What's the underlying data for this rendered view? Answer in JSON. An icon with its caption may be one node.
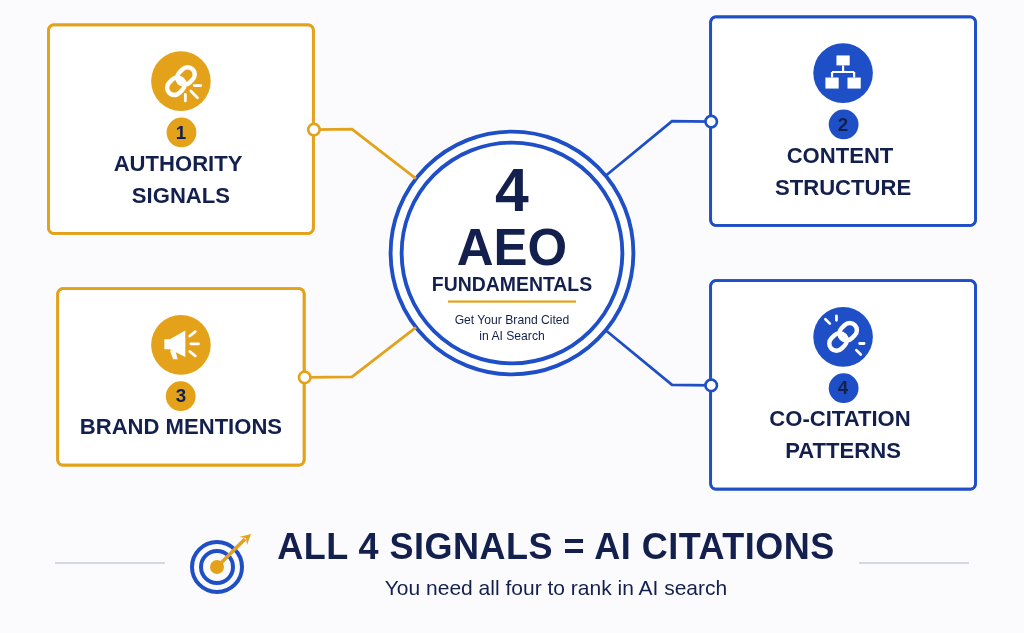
{
  "diagram": {
    "nodes": [
      {
        "text": [
          "4",
          "AEO FUNDAMENTALS",
          "Get Your Brand Cited in AI Search"
        ]
      },
      {
        "text": [
          "1",
          "AUTHORITY SIGNALS"
        ]
      },
      {
        "text": [
          "2",
          "CONTENT STRUCTURE"
        ]
      },
      {
        "text": [
          "3",
          "BRAND MENTIONS"
        ]
      },
      {
        "text": [
          "4",
          "CO-CITATION PATTERNS"
        ]
      }
    ],
    "edges": [
      {
        "from": 1,
        "to": 0,
        "arrow": "other",
        "color": "#e3a21a"
      },
      {
        "from": 0,
        "to": 2,
        "arrow": "other",
        "color": "#1f4fc6"
      },
      {
        "from": 3,
        "to": 0,
        "arrow": "other",
        "color": "#e3a21a"
      },
      {
        "from": 0,
        "to": 4,
        "arrow": "other",
        "color": "#1f4fc6"
      }
    ],
    "labels": [
      "ALL 4 SIGNALS = AI CITATIONS",
      "You need all four to rank in AI search"
    ]
  }
}
